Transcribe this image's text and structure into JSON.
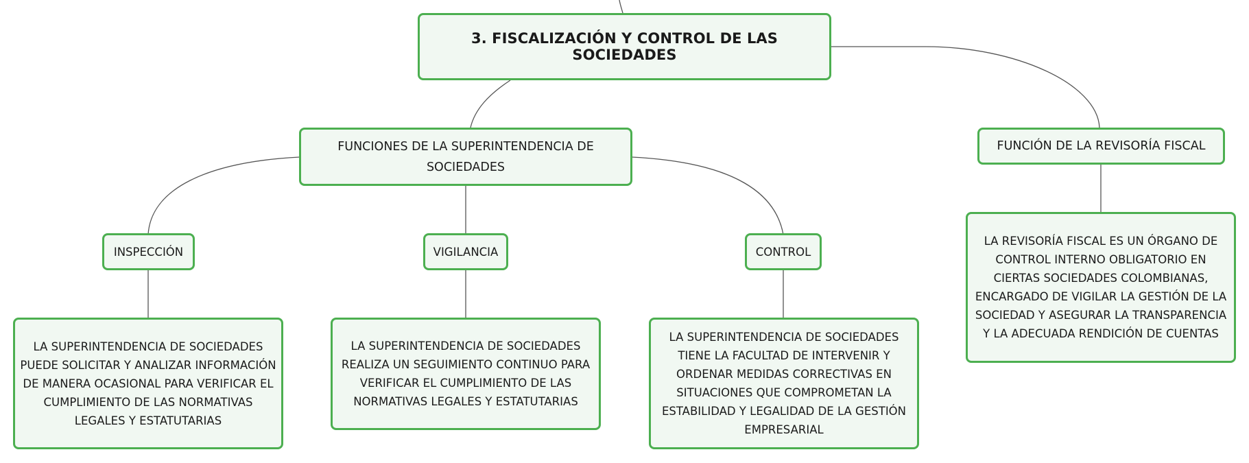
{
  "colors": {
    "node_fill": "#f1f8f2",
    "node_border": "#4caf50",
    "connector": "#555555",
    "text": "#1a1a1a"
  },
  "root": {
    "label": "3. FISCALIZACIÓN Y CONTROL DE LAS SOCIEDADES"
  },
  "superintendencia": {
    "label": "FUNCIONES DE LA SUPERINTENDENCIA DE SOCIEDADES",
    "branches": [
      {
        "label": "INSPECCIÓN",
        "description": "LA SUPERINTENDENCIA DE SOCIEDADES PUEDE SOLICITAR Y ANALIZAR INFORMACIÓN DE MANERA OCASIONAL PARA VERIFICAR EL CUMPLIMIENTO DE LAS NORMATIVAS LEGALES Y ESTATUTARIAS"
      },
      {
        "label": "VIGILANCIA",
        "description": "LA SUPERINTENDENCIA DE SOCIEDADES REALIZA UN SEGUIMIENTO CONTINUO PARA VERIFICAR EL CUMPLIMIENTO DE LAS NORMATIVAS LEGALES Y ESTATUTARIAS"
      },
      {
        "label": "CONTROL",
        "description": "LA SUPERINTENDENCIA DE SOCIEDADES TIENE LA FACULTAD DE INTERVENIR Y ORDENAR MEDIDAS CORRECTIVAS EN SITUACIONES QUE COMPROMETAN LA ESTABILIDAD Y LEGALIDAD DE LA GESTIÓN EMPRESARIAL"
      }
    ]
  },
  "revisoria": {
    "label": "FUNCIÓN DE LA REVISORÍA FISCAL",
    "description": "LA REVISORÍA FISCAL ES UN ÓRGANO DE CONTROL INTERNO OBLIGATORIO EN CIERTAS SOCIEDADES COLOMBIANAS, ENCARGADO DE VIGILAR LA GESTIÓN DE LA SOCIEDAD Y ASEGURAR LA TRANSPARENCIA Y LA ADECUADA RENDICIÓN DE CUENTAS"
  }
}
